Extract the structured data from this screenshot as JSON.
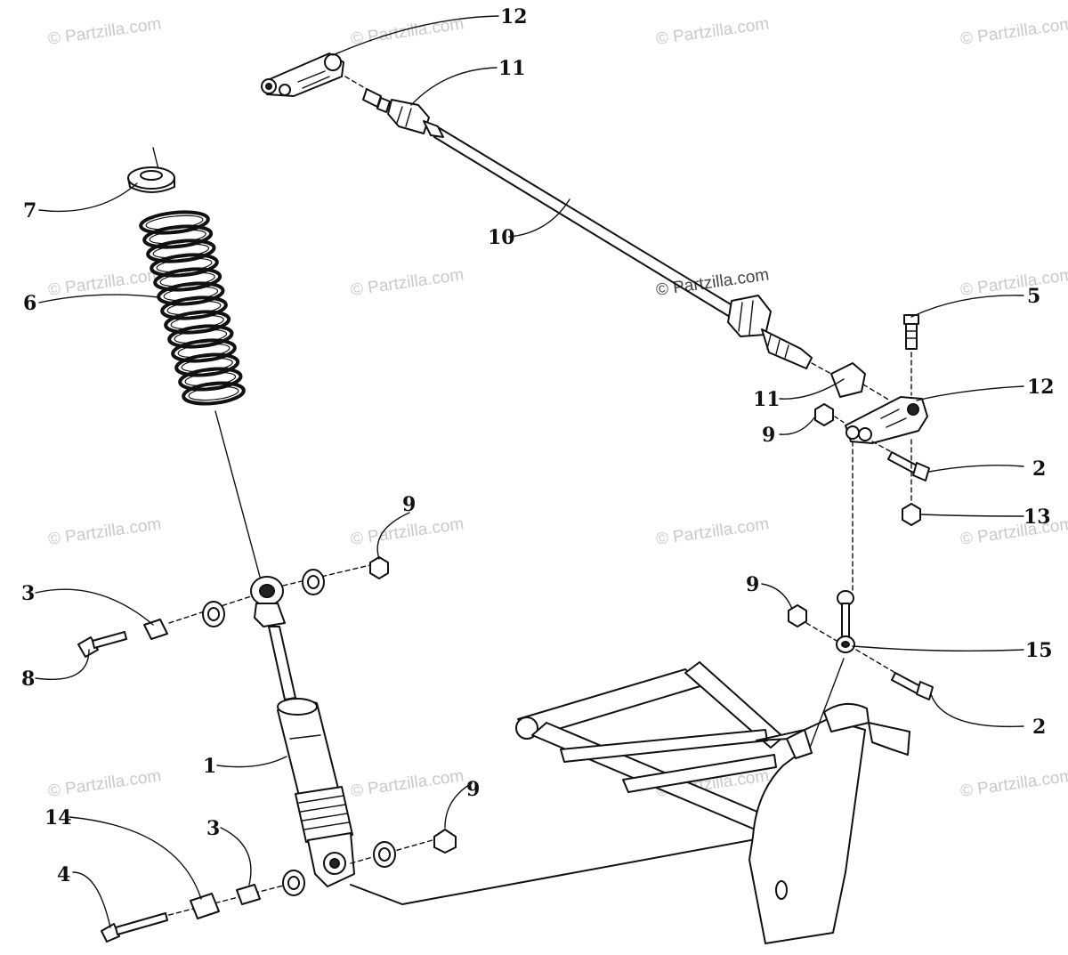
{
  "watermark": "© Partzilla.com",
  "callouts": [
    "12",
    "11",
    "7",
    "10",
    "6",
    "5",
    "11",
    "12",
    "9",
    "2",
    "13",
    "9",
    "9",
    "3",
    "8",
    "15",
    "2",
    "1",
    "9",
    "14",
    "3",
    "4"
  ]
}
